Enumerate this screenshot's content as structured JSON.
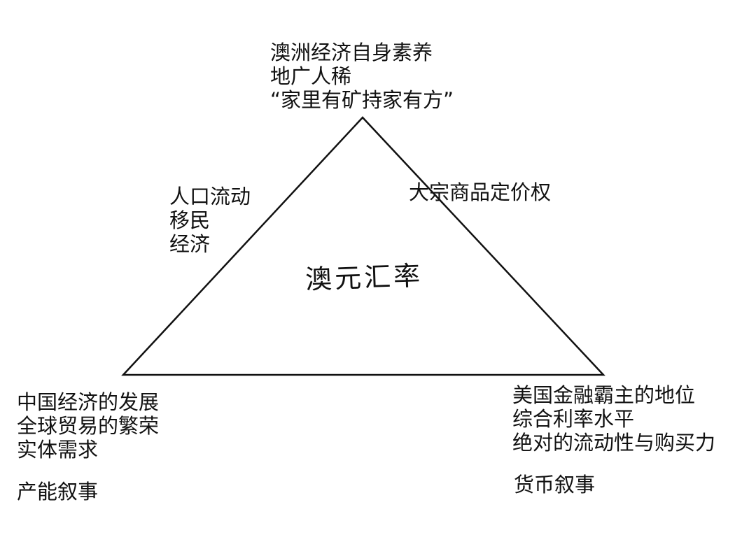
{
  "diagram": {
    "top_vertex": {
      "lines": [
        "澳洲经济自身素养",
        "地广人稀",
        "“家里有矿持家有方”"
      ]
    },
    "left_edge": {
      "lines": [
        "人口流动",
        "移民",
        "经济"
      ]
    },
    "right_edge": {
      "lines": [
        "大宗商品定价权"
      ]
    },
    "center": {
      "text": "澳元汇率"
    },
    "bottom_left": {
      "lines": [
        "中国经济的发展",
        "全球贸易的繁荣",
        "实体需求"
      ],
      "note": "产能叙事"
    },
    "bottom_right": {
      "lines": [
        "美国金融霸主的地位",
        "综合利率水平",
        "绝对的流动性与购买力"
      ],
      "note": "货币叙事"
    }
  }
}
